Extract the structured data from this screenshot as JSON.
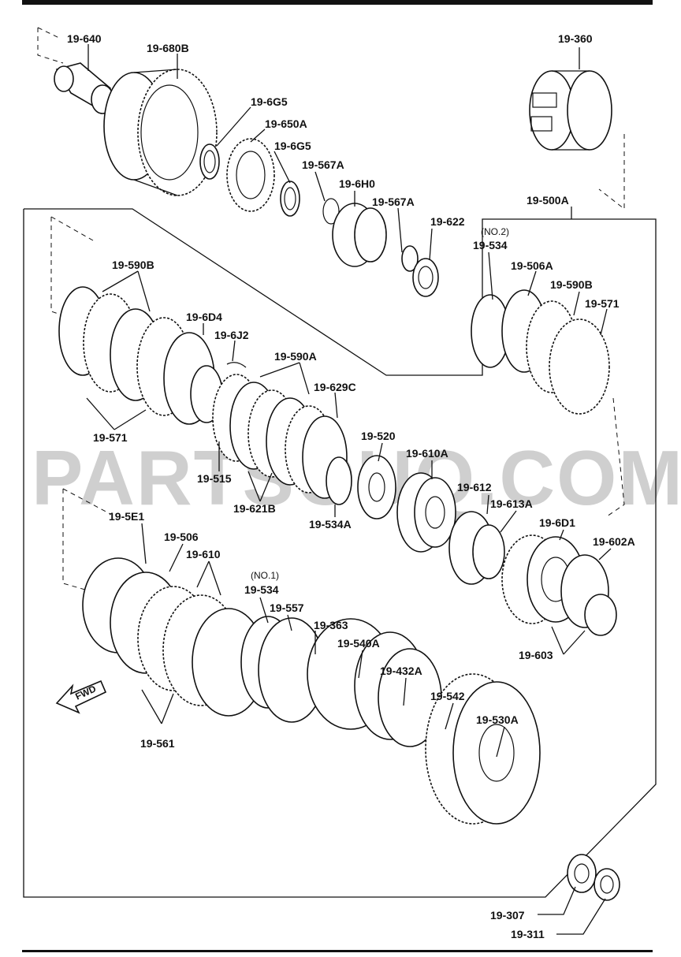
{
  "watermark": "PARTSOUQ.COM",
  "fwd_label": "FWD",
  "notes": {
    "no2": "(NO.2)",
    "no1": "(NO.1)"
  },
  "parts": {
    "p19_640": "19-640",
    "p19_680B": "19-680B",
    "p19_360": "19-360",
    "p19_6G5_a": "19-6G5",
    "p19_650A": "19-650A",
    "p19_6G5_b": "19-6G5",
    "p19_567A_a": "19-567A",
    "p19_6H0": "19-6H0",
    "p19_567A_b": "19-567A",
    "p19_622": "19-622",
    "p19_500A": "19-500A",
    "p19_534_no2": "19-534",
    "p19_506A": "19-506A",
    "p19_590B_r": "19-590B",
    "p19_571_r": "19-571",
    "p19_590B_l": "19-590B",
    "p19_6D4": "19-6D4",
    "p19_6J2": "19-6J2",
    "p19_590A": "19-590A",
    "p19_629C": "19-629C",
    "p19_571_l": "19-571",
    "p19_515": "19-515",
    "p19_621B": "19-621B",
    "p19_520": "19-520",
    "p19_610A": "19-610A",
    "p19_534A": "19-534A",
    "p19_612": "19-612",
    "p19_613A": "19-613A",
    "p19_6D1": "19-6D1",
    "p19_602A": "19-602A",
    "p19_5E1": "19-5E1",
    "p19_506": "19-506",
    "p19_610": "19-610",
    "p19_534_no1": "19-534",
    "p19_557": "19-557",
    "p19_363": "19-363",
    "p19_540A": "19-540A",
    "p19_432A": "19-432A",
    "p19_542": "19-542",
    "p19_530A": "19-530A",
    "p19_603": "19-603",
    "p19_561": "19-561",
    "p19_307": "19-307",
    "p19_311": "19-311"
  }
}
